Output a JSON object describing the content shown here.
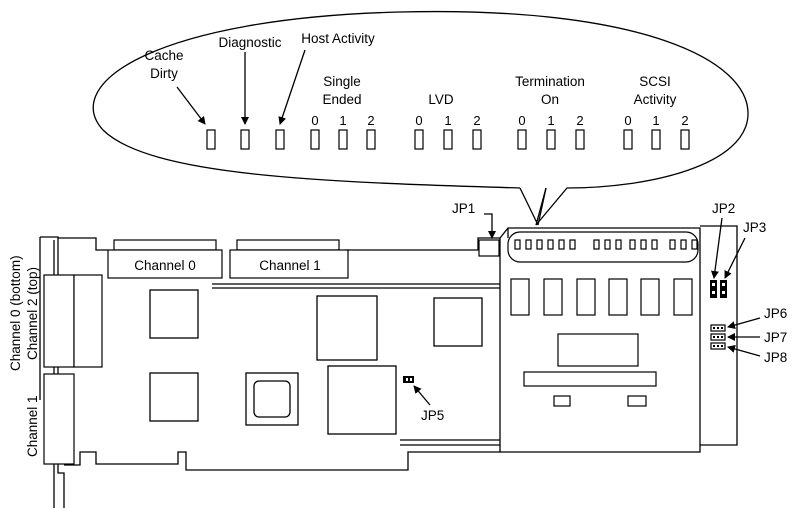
{
  "callout": {
    "cache_dirty_line1": "Cache",
    "cache_dirty_line2": "Dirty",
    "diagnostic": "Diagnostic",
    "host_activity": "Host Activity",
    "single_ended_line1": "Single",
    "single_ended_line2": "Ended",
    "lvd": "LVD",
    "termination_line1": "Termination",
    "termination_line2": "On",
    "scsi_line1": "SCSI",
    "scsi_line2": "Activity",
    "channel_numbers": [
      "0",
      "1",
      "2"
    ]
  },
  "board": {
    "channel_0": "Channel 0",
    "channel_1": "Channel 1",
    "side_channel_0": "Channel 0 (bottom)",
    "side_channel_2": "Channel 2 (top)",
    "side_channel_1": "Channel 1"
  },
  "jumpers": {
    "jp1": "JP1",
    "jp2": "JP2",
    "jp3": "JP3",
    "jp5": "JP5",
    "jp6": "JP6",
    "jp7": "JP7",
    "jp8": "JP8"
  }
}
